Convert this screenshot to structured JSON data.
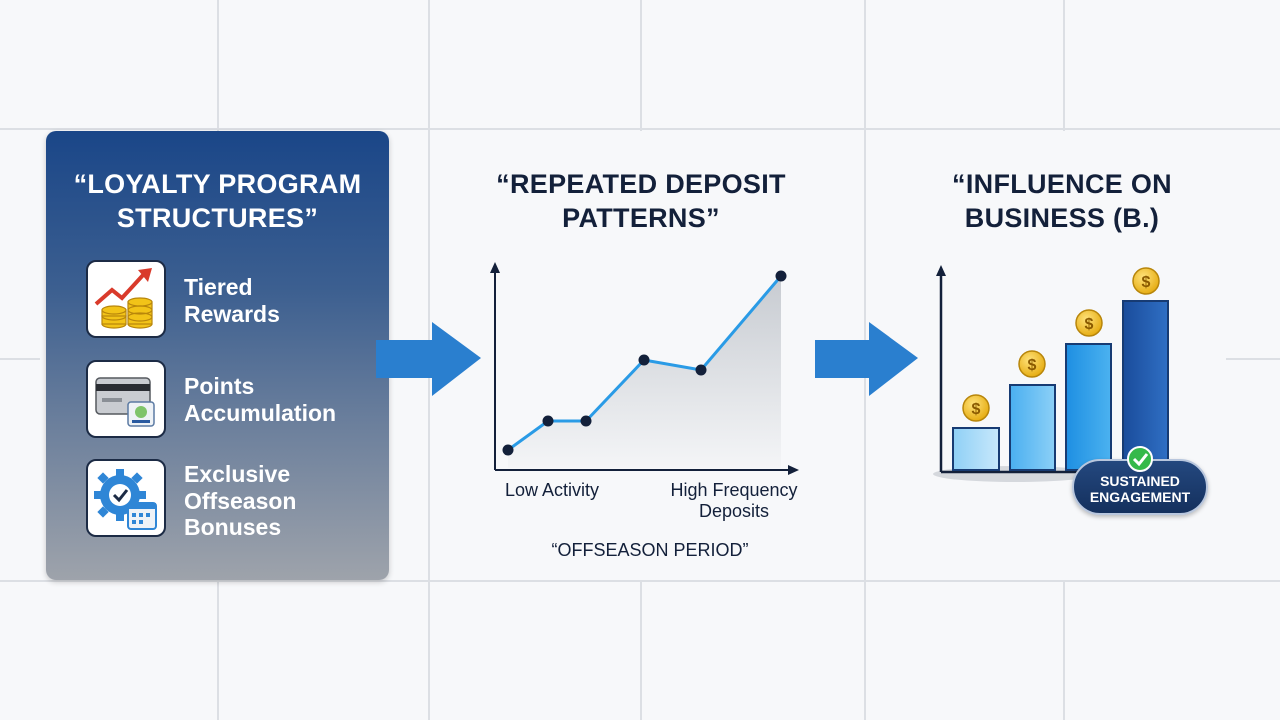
{
  "left_panel": {
    "title": "“LOYALTY PROGRAM\nSTRUCTURES”",
    "items": [
      {
        "label": "Tiered\nRewards",
        "icon": "rising-coins-icon"
      },
      {
        "label": "Points\nAccumulation",
        "icon": "card-icon"
      },
      {
        "label": "Exclusive\nOffseason\nBonuses",
        "icon": "gear-calendar-icon"
      }
    ]
  },
  "middle": {
    "title": "“REPEATED DEPOSIT\nPATTERNS”",
    "x_left_label": "Low Activity",
    "x_right_label": "High Frequency\nDeposits",
    "caption": "“OFFSEASON PERIOD”"
  },
  "right": {
    "title": "“INFLUENCE ON\nBUSINESS (B.)",
    "badge": "SUSTAINED\nENGAGEMENT",
    "coin_symbol": "$"
  },
  "colors": {
    "panel_top": "#1a4688",
    "arrow": "#2a7fcf",
    "line": "#2a9be6",
    "bar_light": "#6ec0f4",
    "bar_dark": "#1d4f9e",
    "coin": "#f2c318",
    "check": "#35b94a"
  }
}
